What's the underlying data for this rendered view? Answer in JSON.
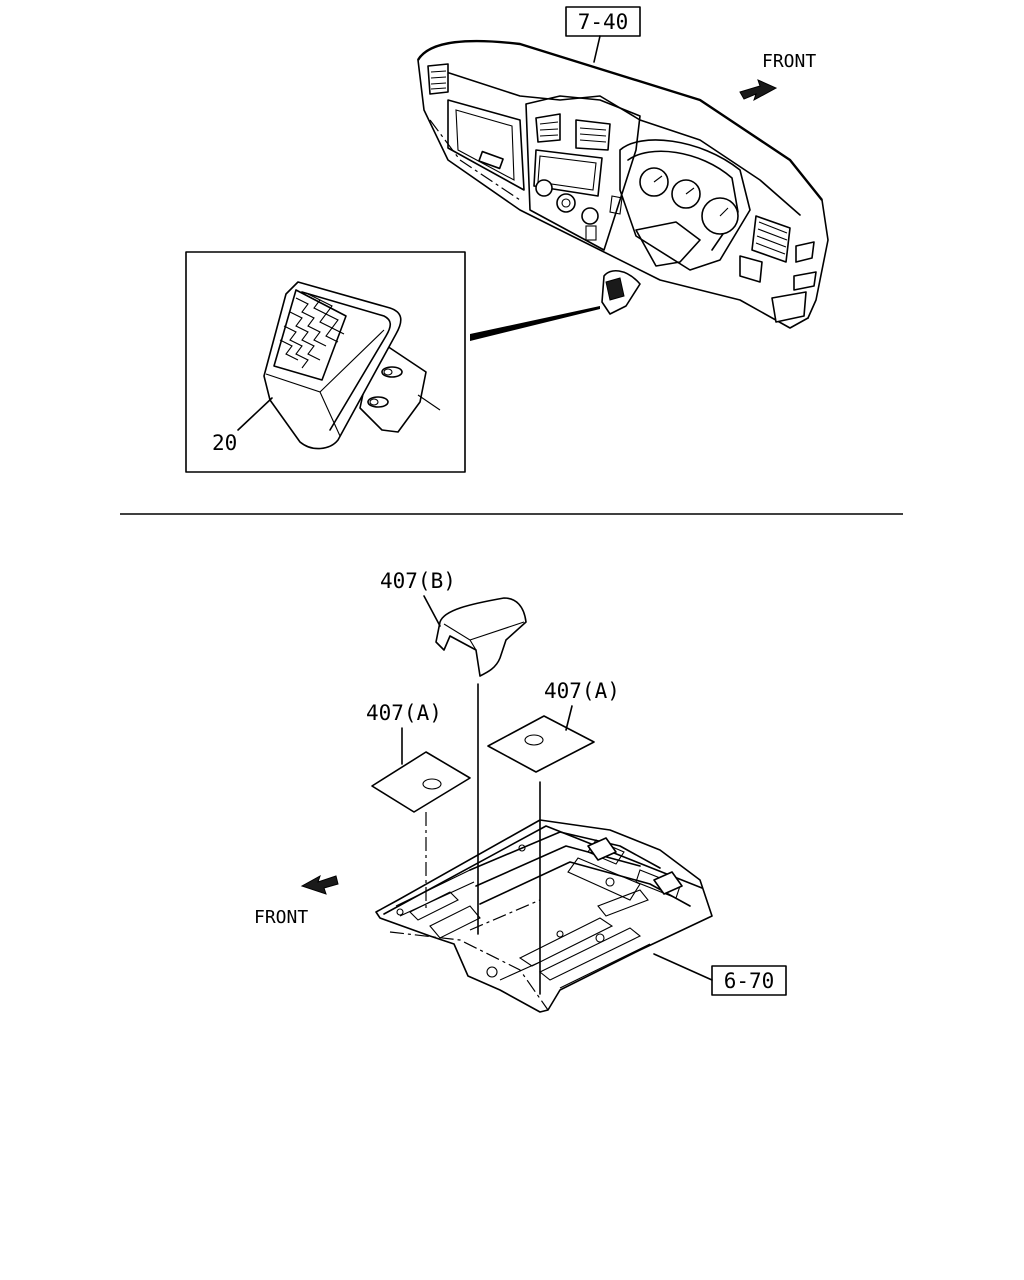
{
  "labels": {
    "ref_dashboard": "7-40",
    "ref_floor": "6-70",
    "front_top": "FRONT",
    "front_bottom": "FRONT",
    "part_20": "20",
    "part_407b": "407(B)",
    "part_407a_left": "407(A)",
    "part_407a_right": "407(A)"
  },
  "colors": {
    "line": "#000000",
    "background": "#ffffff"
  }
}
